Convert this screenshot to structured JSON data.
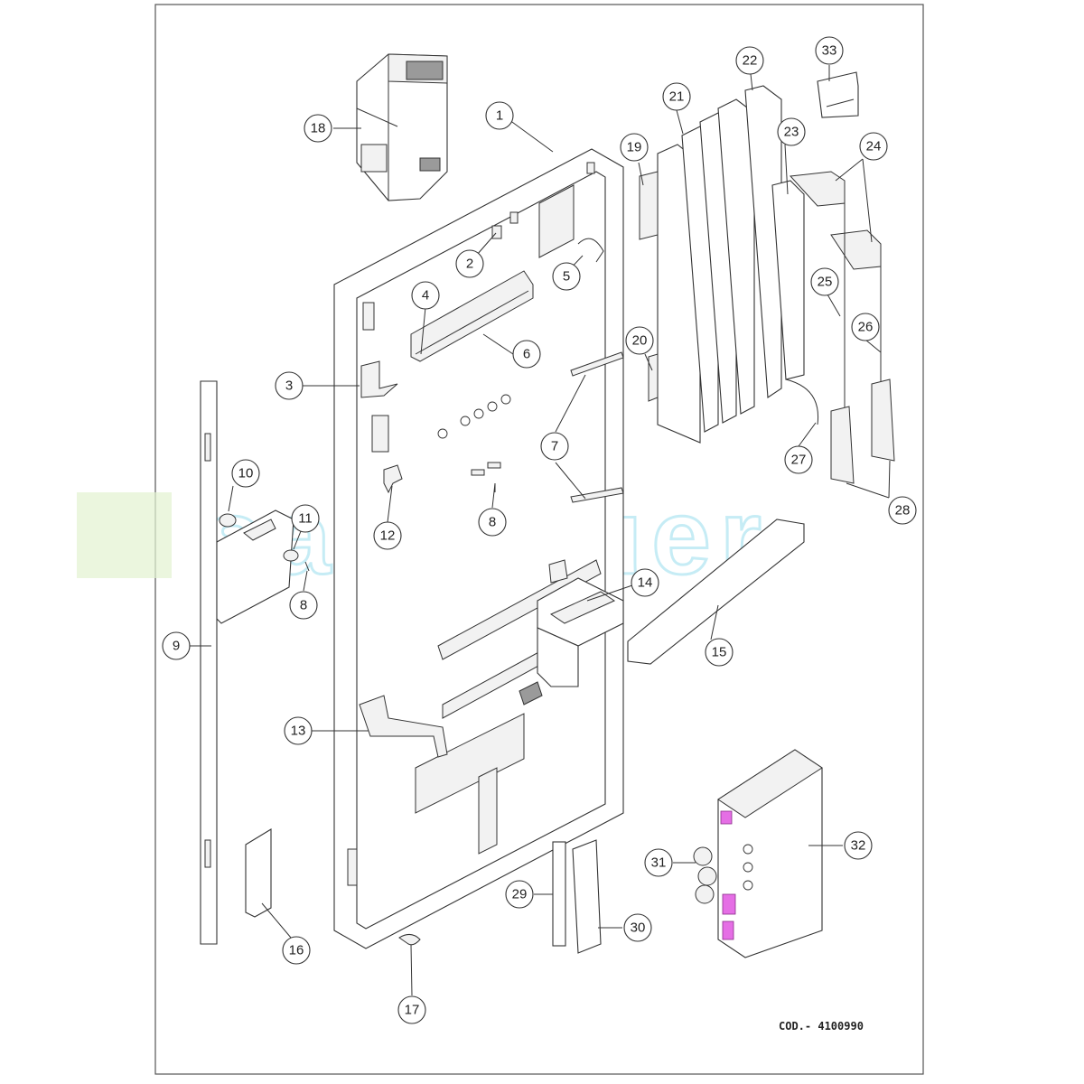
{
  "watermark": {
    "text": "saferguer",
    "color": "#b9e8f3"
  },
  "code_label": "COD.- 4100990",
  "callouts": [
    {
      "id": "1",
      "label": "1"
    },
    {
      "id": "2",
      "label": "2"
    },
    {
      "id": "3",
      "label": "3"
    },
    {
      "id": "4",
      "label": "4"
    },
    {
      "id": "5",
      "label": "5"
    },
    {
      "id": "6",
      "label": "6"
    },
    {
      "id": "7",
      "label": "7"
    },
    {
      "id": "8a",
      "label": "8"
    },
    {
      "id": "8b",
      "label": "8"
    },
    {
      "id": "9",
      "label": "9"
    },
    {
      "id": "10",
      "label": "10"
    },
    {
      "id": "11",
      "label": "11"
    },
    {
      "id": "12",
      "label": "12"
    },
    {
      "id": "13",
      "label": "13"
    },
    {
      "id": "14",
      "label": "14"
    },
    {
      "id": "15",
      "label": "15"
    },
    {
      "id": "16",
      "label": "16"
    },
    {
      "id": "17",
      "label": "17"
    },
    {
      "id": "18",
      "label": "18"
    },
    {
      "id": "19",
      "label": "19"
    },
    {
      "id": "20",
      "label": "20"
    },
    {
      "id": "21",
      "label": "21"
    },
    {
      "id": "22",
      "label": "22"
    },
    {
      "id": "23",
      "label": "23"
    },
    {
      "id": "24",
      "label": "24"
    },
    {
      "id": "25",
      "label": "25"
    },
    {
      "id": "26",
      "label": "26"
    },
    {
      "id": "27",
      "label": "27"
    },
    {
      "id": "28",
      "label": "28"
    },
    {
      "id": "29",
      "label": "29"
    },
    {
      "id": "30",
      "label": "30"
    },
    {
      "id": "31",
      "label": "31"
    },
    {
      "id": "32",
      "label": "32"
    },
    {
      "id": "33",
      "label": "33"
    }
  ],
  "colors": {
    "line": "#333333",
    "highlight": "#e56ee5"
  }
}
